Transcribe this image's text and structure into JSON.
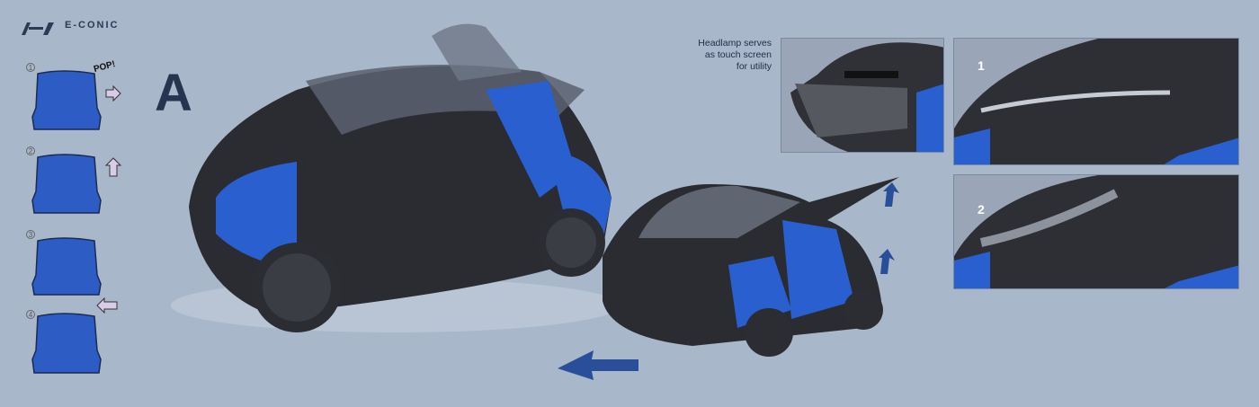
{
  "brand": {
    "logo": "H-logo",
    "name": "E-CONIC"
  },
  "variant_label": "A",
  "steps": [
    {
      "number": "1",
      "note": "POP!"
    },
    {
      "number": "2"
    },
    {
      "number": "3"
    },
    {
      "number": "4"
    }
  ],
  "caption": [
    "Headlamp serves",
    "as touch screen",
    "for utility"
  ],
  "detail_panels": [
    {
      "label": "1"
    },
    {
      "label": "2"
    }
  ],
  "colors": {
    "background": "#a8b7ca",
    "accent_blue": "#2a5fd0",
    "dark_body": "#2a2c31"
  }
}
